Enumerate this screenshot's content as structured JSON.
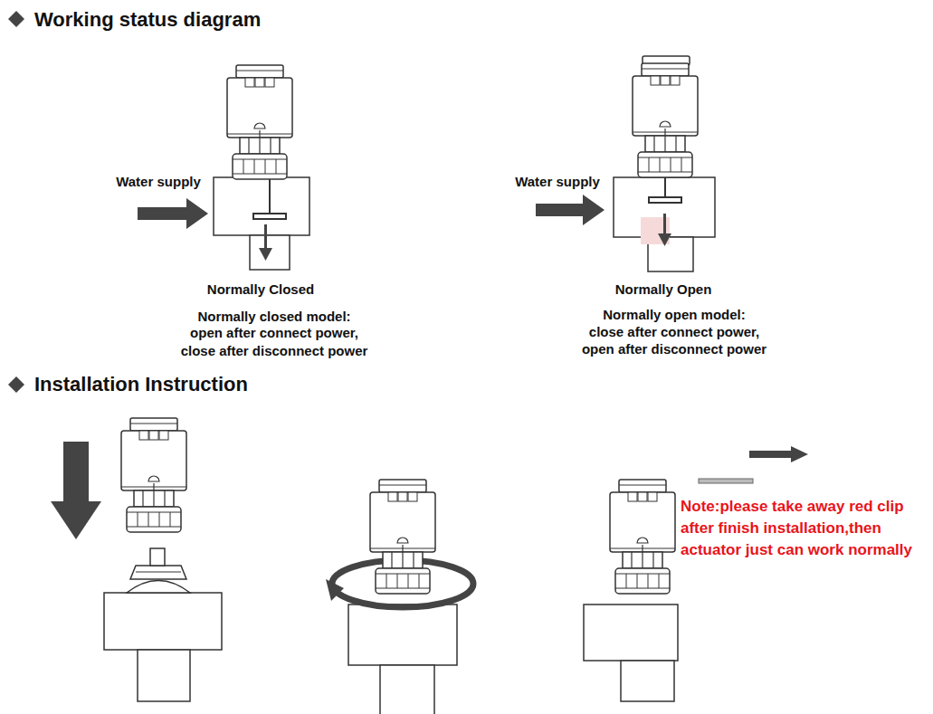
{
  "diagram": {
    "title": "Working status diagram",
    "labels": [
      "Water supply",
      "Water supply",
      "Normally Closed",
      "Normally closed model:",
      "open after connect power,",
      "close after disconnect power",
      "Normally Open",
      "Normally open model:",
      "close after connect power,",
      "open after disconnect power",
      "Installation Instruction",
      "Note:please take away red clip",
      "after finish installation,then",
      "actuator just can work normally"
    ]
  }
}
